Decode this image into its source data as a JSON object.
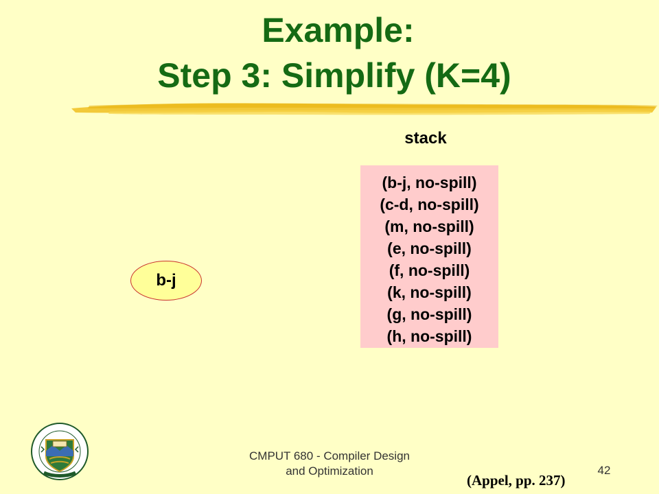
{
  "slide": {
    "title_line1": "Example:",
    "title_line2": "Step 3: Simplify (K=4)",
    "stack_label": "stack",
    "stack_items": [
      "(b-j, no-spill)",
      "(c-d, no-spill)",
      "(m, no-spill)",
      "(e, no-spill)",
      "(f, no-spill)",
      "(k, no-spill)",
      "(g, no-spill)",
      "(h, no-spill)"
    ],
    "node_label": "b-j",
    "citation": "(Appel, pp. 237)"
  },
  "footer": {
    "course_line1": "CMPUT 680 - Compiler Design",
    "course_line2": "and Optimization",
    "page_number": "42"
  },
  "logo": {
    "alt": "University of Alberta crest"
  },
  "colors": {
    "background": "#ffffc6",
    "title": "#156a14",
    "stack_bg": "#ffcccc",
    "node_fill": "#ffff99",
    "node_border": "#c9302c",
    "brush": "#f0c020"
  }
}
